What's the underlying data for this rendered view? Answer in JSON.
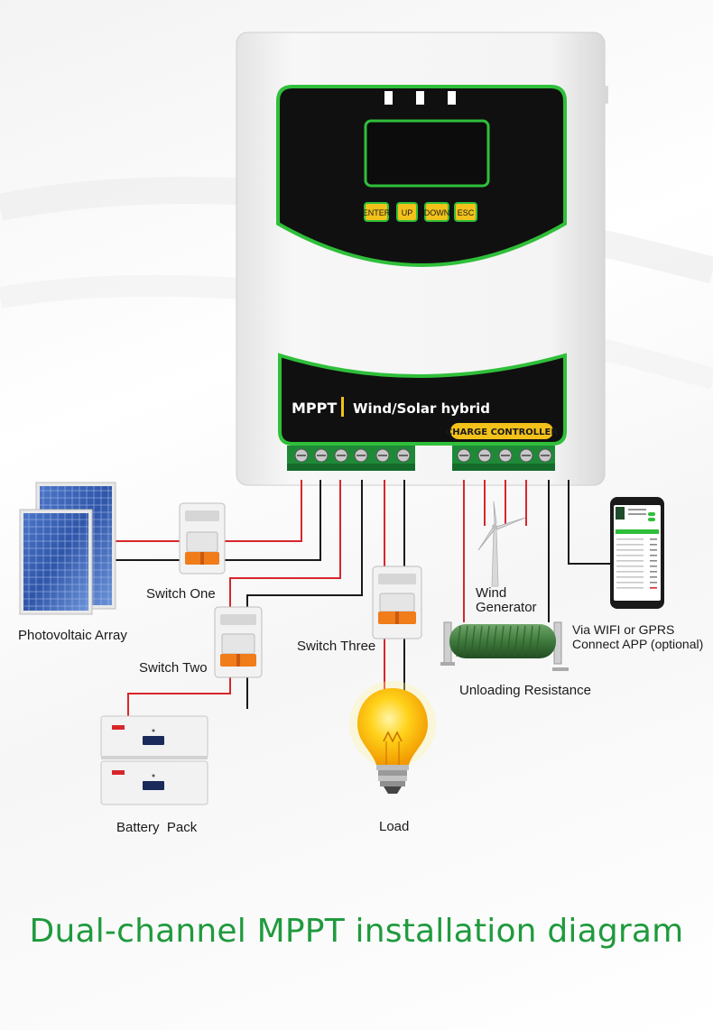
{
  "title": "Dual-channel MPPT installation diagram",
  "controller": {
    "buttons": [
      "ENTER",
      "UP",
      "DOWN",
      "ESC"
    ],
    "badge": "MPPT",
    "subtitle": "Wind/Solar hybrid",
    "banner": "CHARGE CONTROLLER"
  },
  "labels": {
    "photovoltaic_array": "Photovoltaic Array",
    "switch_one": "Switch One",
    "switch_two": "Switch Two",
    "switch_three": "Switch Three",
    "battery_pack": "Battery  Pack",
    "load": "Load",
    "wind_generator": "Wind\nGenerator",
    "unloading_resistance": "Unloading Resistance",
    "app": "Via WIFI or GPRS\nConnect APP (optional)"
  },
  "colors": {
    "wire_positive": "#d8262b",
    "wire_negative": "#1a1a1a",
    "brand_green": "#1f9a3d",
    "panel_green": "#2fbf3a",
    "button_yellow": "#f2c21a",
    "breaker_orange": "#f07c1a"
  },
  "icons": {
    "solar": "solar-panel-icon",
    "breaker": "circuit-breaker-icon",
    "battery": "battery-icon",
    "bulb": "light-bulb-icon",
    "turbine": "wind-turbine-icon",
    "resistor": "resistor-icon",
    "phone": "smartphone-icon"
  }
}
